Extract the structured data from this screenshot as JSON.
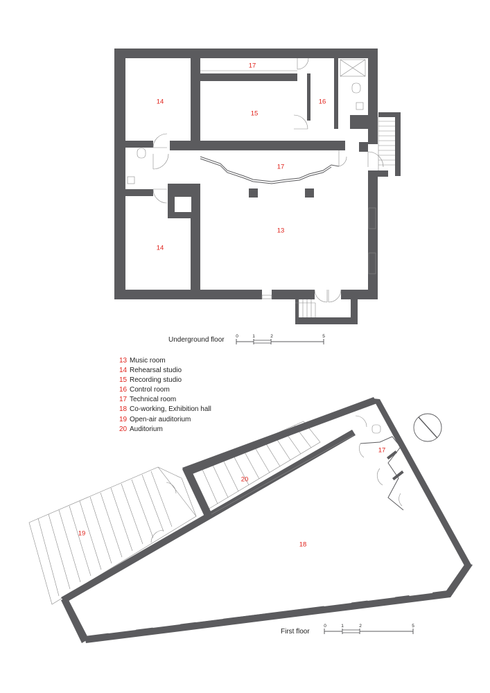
{
  "underground": {
    "title": "Underground floor",
    "scale_ticks": [
      "0",
      "1",
      "2",
      "5"
    ],
    "rooms": {
      "music": "13",
      "rehearsal_a": "14",
      "rehearsal_b": "14",
      "recording": "15",
      "control": "16",
      "technical_top": "17",
      "technical_mid": "17"
    }
  },
  "first": {
    "title": "First floor",
    "scale_ticks": [
      "0",
      "1",
      "2",
      "5"
    ],
    "rooms": {
      "coworking": "18",
      "openair": "19",
      "auditorium": "20",
      "technical": "17"
    }
  },
  "legend": [
    {
      "num": "13",
      "label": "Music room"
    },
    {
      "num": "14",
      "label": "Rehearsal studio"
    },
    {
      "num": "15",
      "label": "Recording studio"
    },
    {
      "num": "16",
      "label": "Control room"
    },
    {
      "num": "17",
      "label": "Technical room"
    },
    {
      "num": "18",
      "label": "Co-working, Exhibition hall"
    },
    {
      "num": "19",
      "label": "Open-air auditorium"
    },
    {
      "num": "20",
      "label": "Auditorium"
    }
  ],
  "colors": {
    "wall": "#5b5b5e",
    "label": "#e0231c"
  }
}
